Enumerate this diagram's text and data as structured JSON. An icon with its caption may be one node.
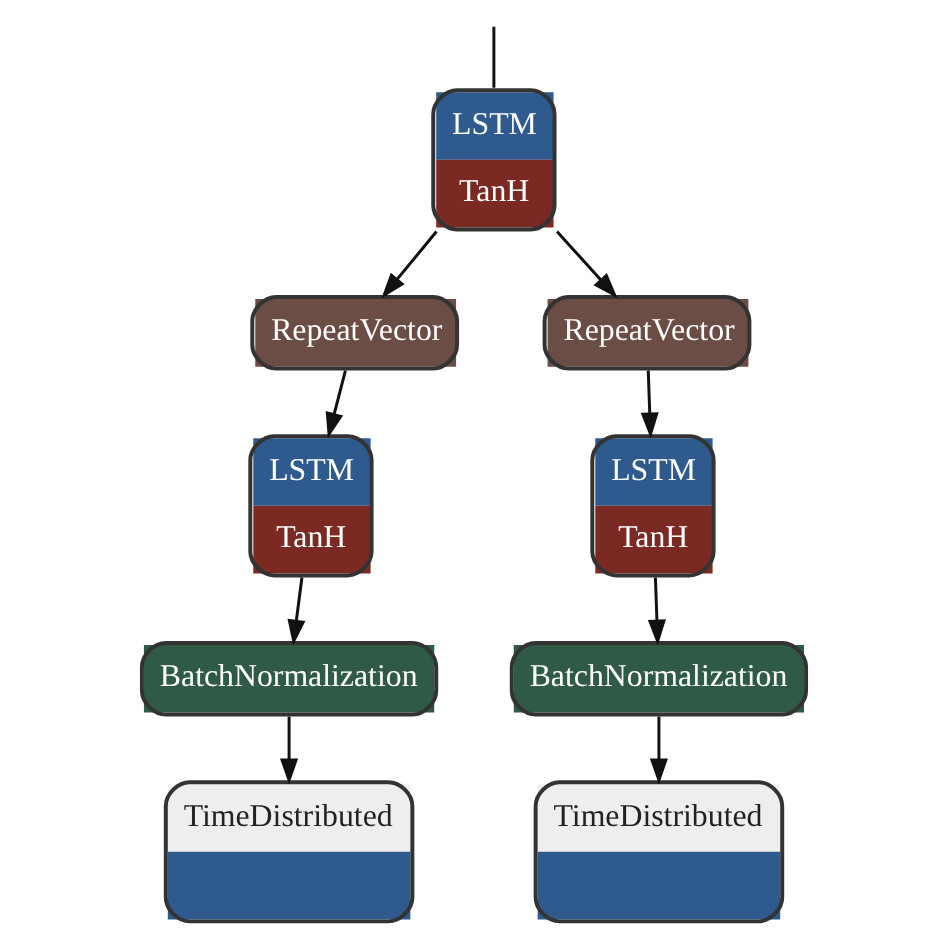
{
  "diagram": {
    "nodes": [
      {
        "text": [
          "LSTM",
          "TanH"
        ]
      },
      {
        "text": [
          "RepeatVector"
        ]
      },
      {
        "text": [
          "RepeatVector"
        ]
      },
      {
        "text": [
          "LSTM",
          "TanH"
        ]
      },
      {
        "text": [
          "LSTM",
          "TanH"
        ]
      },
      {
        "text": [
          "BatchNormalization"
        ]
      },
      {
        "text": [
          "BatchNormalization"
        ]
      },
      {
        "text": [
          "TimeDistributed"
        ]
      },
      {
        "text": [
          "TimeDistributed"
        ]
      }
    ],
    "edges": [
      {
        "from": null,
        "to": 0,
        "arrow": "none"
      },
      {
        "from": 0,
        "to": 1,
        "arrow": "to"
      },
      {
        "from": 0,
        "to": 2,
        "arrow": "to"
      },
      {
        "from": 1,
        "to": 3,
        "arrow": "to"
      },
      {
        "from": 2,
        "to": 4,
        "arrow": "to"
      },
      {
        "from": 3,
        "to": 5,
        "arrow": "to"
      },
      {
        "from": 4,
        "to": 6,
        "arrow": "to"
      },
      {
        "from": 5,
        "to": 7,
        "arrow": "to"
      },
      {
        "from": 6,
        "to": 8,
        "arrow": "to"
      }
    ]
  }
}
